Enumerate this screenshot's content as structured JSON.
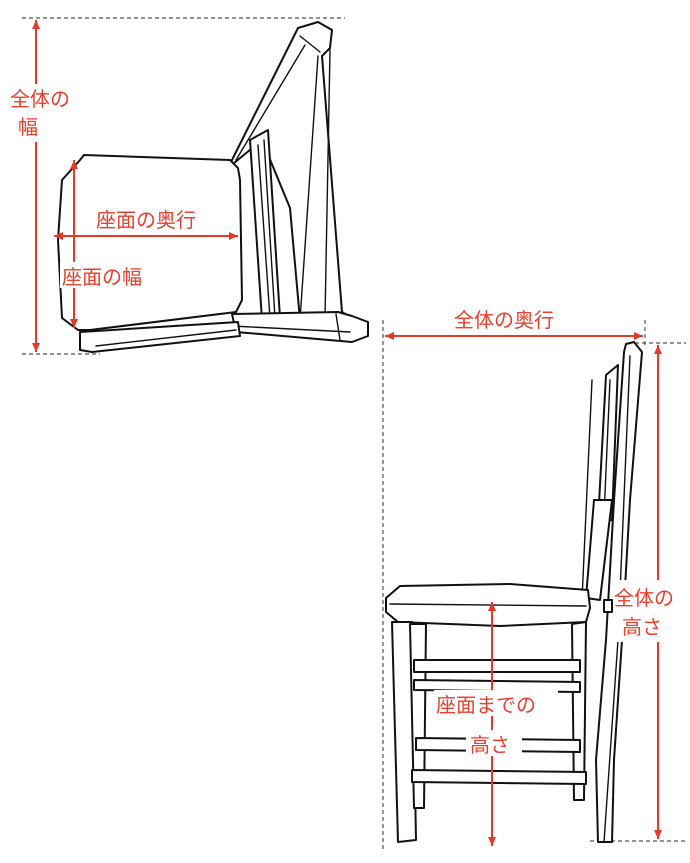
{
  "colors": {
    "dimension": "#e53a2a",
    "ink": "#111111",
    "guide": "#555555"
  },
  "top_view": {
    "overall_width": [
      "全体の",
      "幅"
    ],
    "seat_depth": "座面の奥行",
    "seat_width": "座面の幅"
  },
  "side_view": {
    "overall_depth": "全体の奥行",
    "overall_height": [
      "全体の",
      "高さ"
    ],
    "seat_height": [
      "座面までの",
      "高さ"
    ]
  }
}
